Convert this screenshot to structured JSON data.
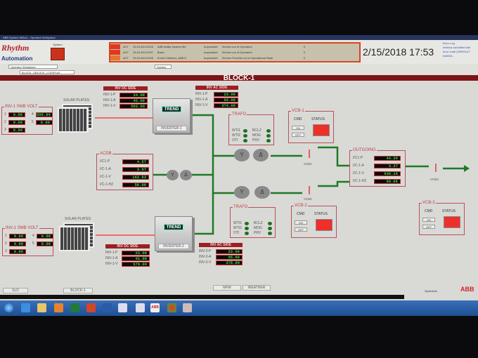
{
  "window": {
    "title": "ABB System 800xA – Operator Workplace"
  },
  "header": {
    "logo_line1": "Rhythm",
    "logo_line2": "Automation",
    "system_label": "System",
    "alarms": [
      {
        "state": "ACT",
        "time": "15:16:48:13:826",
        "object": "ABB Ability System Me",
        "condition": "Inoperative",
        "message": "Service out of Operation",
        "count": "0"
      },
      {
        "state": "ACT",
        "time": "15:16:48:13:597",
        "object": "Basic",
        "condition": "Inoperative",
        "message": "Service out of Operation",
        "count": "0"
      },
      {
        "state": "ACT",
        "time": "15:16:48:13:595",
        "object": "Event Collector_ABB 8",
        "condition": "Inoperative",
        "message": "Service Provider not in Operational State",
        "count": "0"
      }
    ],
    "datetime": "2/15/2018 17:53",
    "error_log": [
      "Error Log",
      "method call failed with",
      "error code (HRESULT",
      "0x8004..."
    ]
  },
  "toolbar": {
    "workplace": "Operator Workplace",
    "display_path": "BLOCK_1/BLOCK_1 DISPLAY",
    "system_select": "System"
  },
  "banner": {
    "title": "BLOCK-1"
  },
  "smb1": {
    "title": "INV-1 SMB VOLT",
    "cells": [
      {
        "n": "1",
        "v": "0.00"
      },
      {
        "n": "4",
        "v": "595.04"
      },
      {
        "n": "2",
        "v": "0.00"
      },
      {
        "n": "5",
        "v": "0.00"
      },
      {
        "n": "3",
        "v": "0.00"
      }
    ]
  },
  "smb2": {
    "title": "INV-1 SMB VOLT",
    "cells": [
      {
        "n": "1",
        "v": "0.00"
      },
      {
        "n": "4",
        "v": "0.00"
      },
      {
        "n": "2",
        "v": "0.00"
      },
      {
        "n": "5",
        "v": "0.00"
      },
      {
        "n": "3",
        "v": "0.00"
      }
    ]
  },
  "solar1": {
    "label": "SOLAR PLATES"
  },
  "solar2": {
    "label": "SOLAR PLATES"
  },
  "dc1": {
    "title": "INV DC SIDE",
    "rows": [
      {
        "l": "INV-1-P",
        "v": "24.00"
      },
      {
        "l": "INV-1-A",
        "v": "42.00"
      },
      {
        "l": "INV-1-V",
        "v": "583.00"
      }
    ]
  },
  "ac1": {
    "title": "INV AC SIDE",
    "rows": [
      {
        "l": "INV-1-P",
        "v": "23.00"
      },
      {
        "l": "INV-1-A",
        "v": "92.00"
      },
      {
        "l": "INV-1-V",
        "v": "374.00"
      }
    ]
  },
  "dc2": {
    "title": "INV DC SIDE",
    "rows": [
      {
        "l": "INV-1-P",
        "v": "23.00"
      },
      {
        "l": "INV-1-A",
        "v": "41.00"
      },
      {
        "l": "INV-1-V",
        "v": "579.00"
      }
    ]
  },
  "ac2": {
    "title": "INV AC SIDE",
    "rows": [
      {
        "l": "INV-2-P",
        "v": "23.00"
      },
      {
        "l": "INV-2-A",
        "v": "95.00"
      },
      {
        "l": "INV-2-V",
        "v": "375.00"
      }
    ]
  },
  "inverter1": {
    "trend": "TREND",
    "name": "INVERTER-1"
  },
  "inverter2": {
    "trend": "TREND",
    "name": "INVERTER-2"
  },
  "acdb": {
    "title": "ACDB",
    "rows": [
      {
        "l": "I/C1-P",
        "v": "4.57"
      },
      {
        "l": "I/C-1-A",
        "v": "3.97"
      },
      {
        "l": "I/C-1-V",
        "v": "162.83"
      },
      {
        "l": "I/C-1-HZ",
        "v": "50.00"
      }
    ]
  },
  "outgoing": {
    "title": "OUTGOING",
    "rows": [
      {
        "l": "I/C1-P",
        "v": "44.20"
      },
      {
        "l": "I/C-1-A",
        "v": "3.37"
      },
      {
        "l": "I/C-1-V",
        "v": "630.16"
      },
      {
        "l": "I/C-1-HZ",
        "v": "50.05"
      }
    ]
  },
  "trafo1": {
    "title": "TRAFO",
    "left": [
      "WTI1",
      "WTI2",
      "OTI"
    ],
    "right": [
      "BCLZ",
      "MOG",
      "PRV"
    ]
  },
  "trafo2": {
    "title": "TRAFO",
    "left": [
      "WTI1",
      "WTI2",
      "OTI"
    ],
    "right": [
      "BCLZ",
      "MOG",
      "PRV"
    ]
  },
  "vcb1": {
    "title": "VCB-1",
    "cmd": "CMD",
    "status": "STATUS",
    "on": "ON",
    "off": "OFF"
  },
  "vcb2": {
    "title": "VCB-2",
    "cmd": "CMD",
    "status": "STATUS",
    "on": "ON",
    "off": "OFF"
  },
  "vcb3": {
    "title": "VCB-3",
    "cmd": "CMD",
    "status": "STATUS",
    "on": "ON",
    "off": "OFF"
  },
  "colors": {
    "status_red": "#ee2f2a",
    "value_green": "#2de34a",
    "led_green": "#1f6f22",
    "bus_green": "#1d7a24"
  },
  "labels": {
    "vcb1": "VCB1",
    "vcb2": "VCB2",
    "vcb3": "VCB3",
    "xf_y": "Y",
    "xf_d": "Δ"
  },
  "tabs": {
    "sld": "SLD",
    "block1": "BLOCK-1",
    "mfm": "MFM",
    "weather": "WEATHER"
  },
  "statusbar": {
    "user": "SysAdmin",
    "brand": "ABB"
  },
  "taskbar": {
    "abb": "ABB"
  }
}
